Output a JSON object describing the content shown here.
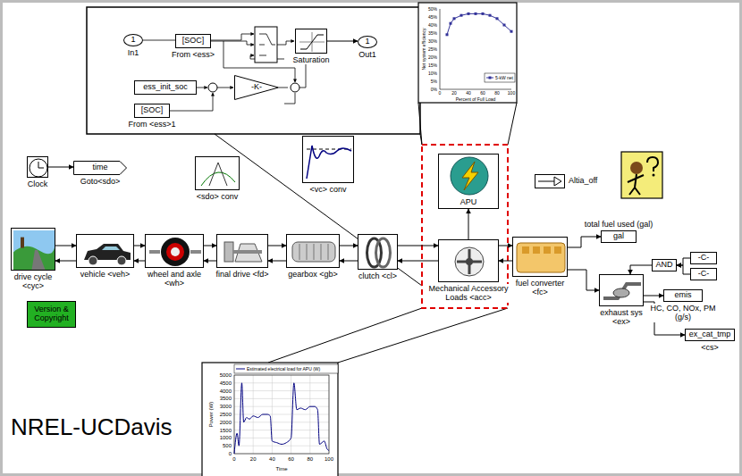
{
  "diagram": {
    "nodes": [
      {
        "text": [
          "Clock"
        ]
      },
      {
        "text": [
          "time",
          "Goto<sdo>"
        ]
      },
      {
        "text": [
          "<sdo> conv"
        ]
      },
      {
        "text": [
          "<vc> conv"
        ]
      },
      {
        "text": [
          "APU"
        ]
      },
      {
        "text": [
          "Altia_off"
        ]
      },
      {
        "text": [
          "drive cycle <cyc>"
        ]
      },
      {
        "text": [
          "vehicle <veh>"
        ]
      },
      {
        "text": [
          "wheel and axle <wh>"
        ]
      },
      {
        "text": [
          "final drive <fd>"
        ]
      },
      {
        "text": [
          "gearbox <gb>"
        ]
      },
      {
        "text": [
          "clutch <cl>"
        ]
      },
      {
        "text": [
          "Mechanical Accessory Loads <acc>"
        ]
      },
      {
        "text": [
          "fuel converter <fc>"
        ]
      },
      {
        "text": [
          "total fuel used (gal)",
          "gal"
        ]
      },
      {
        "text": [
          "AND"
        ]
      },
      {
        "text": [
          "-C-"
        ]
      },
      {
        "text": [
          "-C-"
        ]
      },
      {
        "text": [
          "exhaust sys <ex>"
        ]
      },
      {
        "text": [
          "emis",
          "HC, CO, NOx, PM (g/s)"
        ]
      },
      {
        "text": [
          "ex_cat_tmp",
          "<cs>"
        ]
      },
      {
        "text": [
          "Version & Copyright"
        ]
      },
      {
        "text": [
          "1",
          "In1"
        ]
      },
      {
        "text": [
          "[SOC]",
          "From <ess>"
        ]
      },
      {
        "text": [
          "Saturation"
        ]
      },
      {
        "text": [
          "1",
          "Out1"
        ]
      },
      {
        "text": [
          "ess_init_soc"
        ]
      },
      {
        "text": [
          "-K-"
        ]
      },
      {
        "text": [
          "[SOC]",
          "From <ess>1"
        ]
      }
    ],
    "edges": [
      {
        "from": 0,
        "to": 1,
        "arrow": "to"
      },
      {
        "from": 6,
        "to": 7,
        "arrow": "to"
      },
      {
        "from": 7,
        "to": 8,
        "arrow": "to"
      },
      {
        "from": 8,
        "to": 9,
        "arrow": "to"
      },
      {
        "from": 9,
        "to": 10,
        "arrow": "to"
      },
      {
        "from": 10,
        "to": 11,
        "arrow": "to"
      },
      {
        "from": 11,
        "to": 12,
        "arrow": "to"
      },
      {
        "from": 12,
        "to": 13,
        "arrow": "to"
      },
      {
        "from": 7,
        "to": 6,
        "arrow": "to"
      },
      {
        "from": 8,
        "to": 7,
        "arrow": "to"
      },
      {
        "from": 9,
        "to": 8,
        "arrow": "to"
      },
      {
        "from": 10,
        "to": 9,
        "arrow": "to"
      },
      {
        "from": 11,
        "to": 10,
        "arrow": "to"
      },
      {
        "from": 12,
        "to": 11,
        "arrow": "to"
      },
      {
        "from": 13,
        "to": 12,
        "arrow": "to"
      },
      {
        "from": 13,
        "to": 14,
        "arrow": "to"
      },
      {
        "from": 13,
        "to": 18,
        "arrow": "to"
      },
      {
        "from": 16,
        "to": 15,
        "arrow": "to"
      },
      {
        "from": 17,
        "to": 15,
        "arrow": "to"
      },
      {
        "from": 15,
        "to": 18,
        "arrow": "to"
      },
      {
        "from": 18,
        "to": 19,
        "arrow": "to"
      },
      {
        "from": 18,
        "to": 20,
        "arrow": "to"
      },
      {
        "from": 12,
        "to": 4,
        "arrow": "to"
      },
      {
        "from": 24,
        "to": 25,
        "arrow": "to"
      }
    ],
    "labels": [
      "NREL-UCDavis",
      "50%",
      "45%",
      "40%",
      "35%",
      "30%",
      "25%",
      "20%",
      "15%",
      "10%",
      "5%",
      "0%",
      "0",
      "20",
      "40",
      "60",
      "80",
      "100",
      "Percent of Full Load",
      "Net system efficiency",
      "5000",
      "4500",
      "4000",
      "3500",
      "3000",
      "2500",
      "2000",
      "1500",
      "1000",
      "500",
      "0",
      "0",
      "20",
      "40",
      "60",
      "80",
      "100",
      "Power (W)",
      "Time"
    ],
    "legend": [
      {
        "text": "5-kW net"
      },
      {
        "text": "Estimated electrical load for APU (W)"
      }
    ]
  }
}
